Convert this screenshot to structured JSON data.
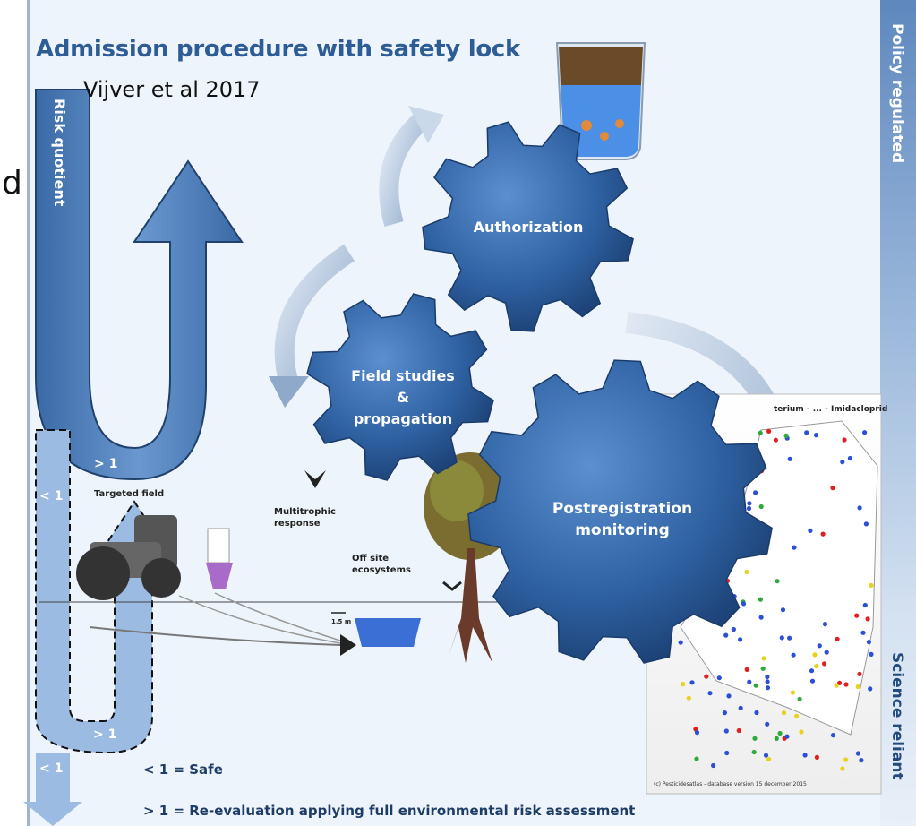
{
  "slide": {
    "title": "Admission procedure with safety lock",
    "citation": "Vijver et al 2017",
    "cut_off_letter": "d"
  },
  "side_labels": {
    "top": "Policy regulated",
    "bottom": "Science reliant",
    "risk_axis": "Risk quotient"
  },
  "gears": {
    "authorization": "Authorization",
    "field_studies": [
      "Field studies",
      "&",
      "propagation"
    ],
    "postregistration": [
      "Postregistration",
      "monitoring"
    ]
  },
  "illustration_labels": {
    "targeted_field": "Targeted field",
    "multitrophic": [
      "Multitrophic",
      "response"
    ],
    "off_site": [
      "Off site",
      "ecosystems"
    ],
    "distance": "1.5 m"
  },
  "arrow_labels": {
    "gt1_top": "> 1",
    "lt1_top": "< 1",
    "gt1_bottom": "> 1",
    "lt1_bottom": "< 1"
  },
  "legend": {
    "safe": "< 1 = Safe",
    "reevaluation": "> 1 = Re-evaluation applying  full environmental risk assessment"
  },
  "map": {
    "title": "terium - ... - Imidacloprid",
    "footer": "(c) Pesticidesatlas - database version 15 december 2015"
  },
  "colors": {
    "title_blue": "#2e5d96",
    "gear_blue": "#2f62a3",
    "arrow_blue": "#3d6fae",
    "light_arrow_blue": "#8fb0db",
    "map_dot_blue": "#2b4fd6",
    "map_dot_red": "#e02020",
    "map_dot_green": "#2fa83a",
    "map_dot_yellow": "#e6d21f"
  }
}
